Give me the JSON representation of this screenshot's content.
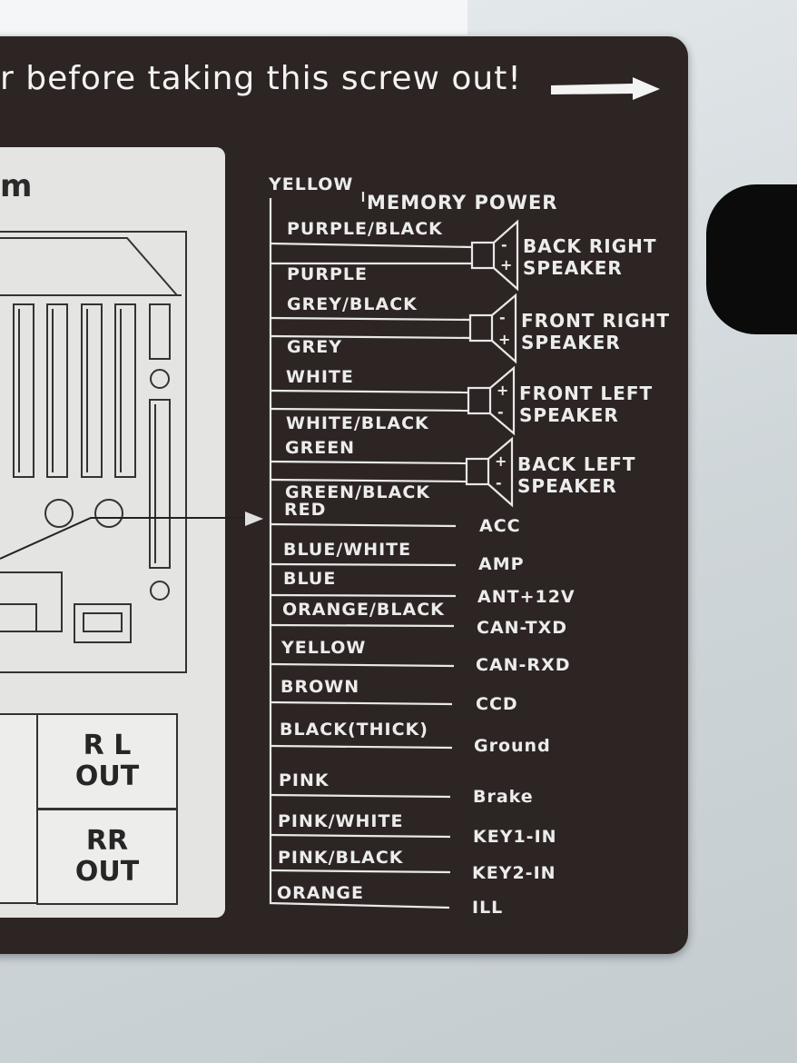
{
  "warning_text": "r before taking this screw out!",
  "panel_title": "m",
  "outputs": [
    {
      "line1": "R L",
      "line2": "OUT"
    },
    {
      "line1": "RR",
      "line2": "OUT"
    }
  ],
  "memory": {
    "wire": "YELLOW",
    "function": "MEMORY POWER"
  },
  "speakers": [
    {
      "wire_neg": "PURPLE/BLACK",
      "wire_pos": "PURPLE",
      "line1": "BACK RIGHT",
      "line2": "SPEAKER"
    },
    {
      "wire_neg": "GREY/BLACK",
      "wire_pos": "GREY",
      "line1": "FRONT RIGHT",
      "line2": "SPEAKER"
    },
    {
      "wire_pos": "WHITE",
      "wire_neg": "WHITE/BLACK",
      "line1": "FRONT LEFT",
      "line2": "SPEAKER"
    },
    {
      "wire_pos": "GREEN",
      "wire_neg": "GREEN/BLACK",
      "line1": "BACK LEFT",
      "line2": "SPEAKER"
    }
  ],
  "polarity": {
    "plus": "+",
    "minus": "-"
  },
  "wires": [
    {
      "wire": "RED",
      "function": "ACC"
    },
    {
      "wire": "BLUE/WHITE",
      "function": "AMP"
    },
    {
      "wire": "BLUE",
      "function": "ANT+12V"
    },
    {
      "wire": "ORANGE/BLACK",
      "function": "CAN-TXD"
    },
    {
      "wire": "YELLOW",
      "function": "CAN-RXD"
    },
    {
      "wire": "BROWN",
      "function": "CCD"
    },
    {
      "wire": "BLACK(THICK)",
      "function": "Ground"
    },
    {
      "wire": "PINK",
      "function": "Brake"
    },
    {
      "wire": "PINK/WHITE",
      "function": "KEY1-IN"
    },
    {
      "wire": "PINK/BLACK",
      "function": "KEY2-IN"
    },
    {
      "wire": "ORANGE",
      "function": "ILL"
    }
  ]
}
